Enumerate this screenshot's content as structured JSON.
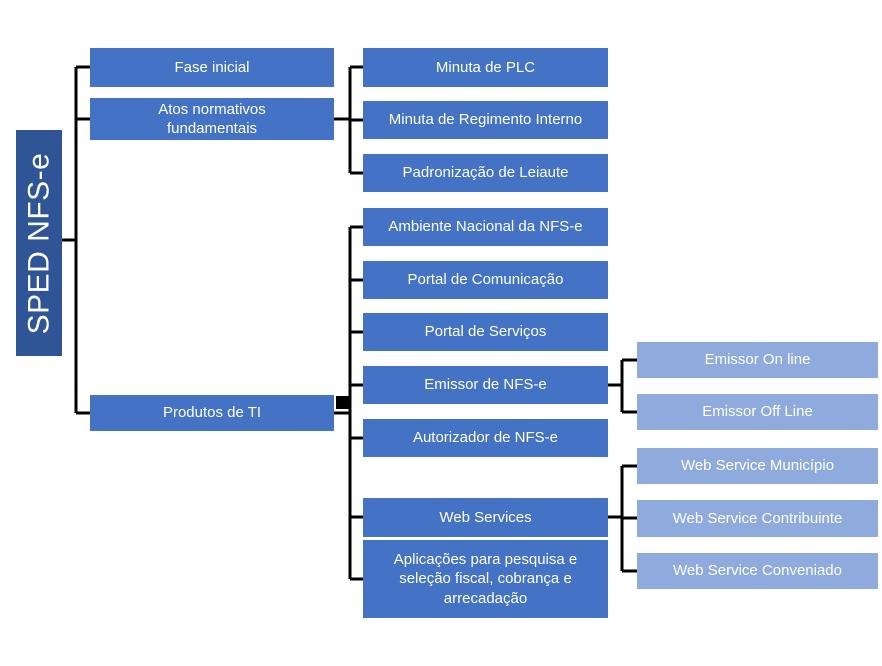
{
  "diagram": {
    "colors": {
      "root_fill": "#2F5597",
      "branch_fill": "#4472C4",
      "leaf_fill": "#8FAADC",
      "connector": "#000000",
      "text": "#FFFFFF",
      "background": "#FFFFFF"
    },
    "root": {
      "label": "SPED NFS-e"
    },
    "level2": [
      {
        "label": "Fase inicial"
      },
      {
        "label": "Atos normativos fundamentais"
      },
      {
        "label": "Produtos de TI"
      }
    ],
    "atos_children": [
      {
        "label": "Minuta de PLC"
      },
      {
        "label": "Minuta de Regimento Interno"
      },
      {
        "label": "Padronização de Leiaute"
      }
    ],
    "produtos_children": [
      {
        "label": "Ambiente Nacional da NFS-e"
      },
      {
        "label": "Portal de Comunicação"
      },
      {
        "label": "Portal de Serviços"
      },
      {
        "label": "Emissor de NFS-e"
      },
      {
        "label": "Autorizador de NFS-e"
      },
      {
        "label": "Web Services"
      },
      {
        "label": "Aplicações para pesquisa e seleção fiscal, cobrança e arrecadação"
      }
    ],
    "emissor_children": [
      {
        "label": "Emissor On line"
      },
      {
        "label": "Emissor Off Line"
      }
    ],
    "webservices_children": [
      {
        "label": "Web Service Município"
      },
      {
        "label": "Web Service Contribuinte"
      },
      {
        "label": "Web Service Conveniado"
      }
    ]
  }
}
